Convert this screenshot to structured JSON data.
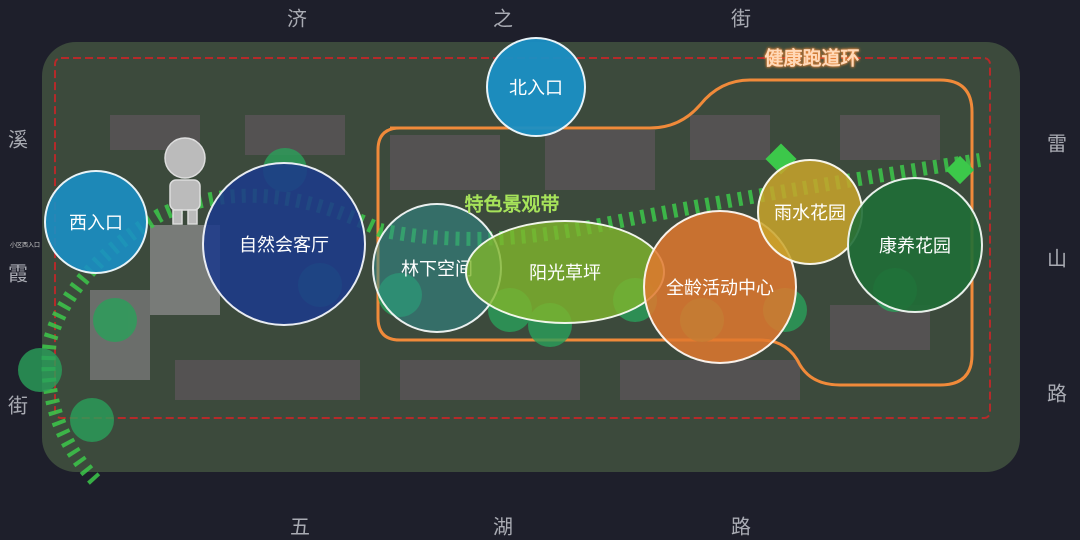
{
  "streets": {
    "north": [
      "济",
      "之",
      "街"
    ],
    "west": [
      "溪",
      "霞",
      "街"
    ],
    "east": [
      "雷",
      "山",
      "路"
    ],
    "south": [
      "五",
      "湖",
      "路"
    ]
  },
  "zones": [
    {
      "id": "north-entrance",
      "label": "北入口",
      "color": "#1a8fc4"
    },
    {
      "id": "west-entrance",
      "label": "西入口",
      "color": "#1a8fc4"
    },
    {
      "id": "nature-lounge",
      "label": "自然会客厅",
      "color": "#1c3a8a"
    },
    {
      "id": "forest-space",
      "label": "林下空间",
      "color": "#2f8c8c"
    },
    {
      "id": "sunny-lawn",
      "label": "阳光草坪",
      "color": "#7fb52c"
    },
    {
      "id": "all-age-activity-center",
      "label": "全龄活动中心",
      "color": "#e0782e"
    },
    {
      "id": "rain-garden",
      "label": "雨水花园",
      "color": "#c9a52a"
    },
    {
      "id": "wellness-garden",
      "label": "康养花园",
      "color": "#1f6e36"
    }
  ],
  "bands": {
    "landscape_band": {
      "label": "特色景观带",
      "color": "#a6e35a"
    },
    "running_loop": {
      "label": "健康跑道环",
      "color": "#f08a3a"
    }
  },
  "tiny_labels": {
    "west_gate": "小区西入口"
  },
  "colors": {
    "background": "#1e1f2b",
    "boundary": "#b52a2a",
    "band_green": "#3cc84a"
  }
}
